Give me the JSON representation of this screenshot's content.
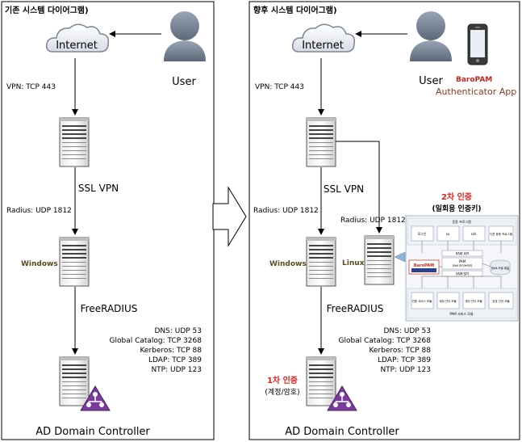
{
  "before": {
    "title": "기존 시스템 다이어그램)",
    "internet": "Internet",
    "user": "User",
    "vpn_port": "VPN: TCP 443",
    "ssl_vpn": "SSL VPN",
    "radius_port": "Radius: UDP 1812",
    "windows": "Windows",
    "freeradius": "FreeRADIUS",
    "ports": [
      "DNS: UDP 53",
      "Global Catalog: TCP 3268",
      "Kerberos: TCP 88",
      "LDAP: TCP 389",
      "NTP: UDP 123"
    ],
    "ad": "AD Domain Controller"
  },
  "after": {
    "title": "향후 시스템 다이어그램)",
    "internet": "Internet",
    "user": "User",
    "app_brand": "BaroPAM",
    "app_name": "Authenticator App",
    "vpn_port": "VPN: TCP 443",
    "ssl_vpn": "SSL VPN",
    "radius_port_left": "Radius: UDP 1812",
    "radius_port_linux": "Radius: UDP 1812",
    "windows": "Windows",
    "linux": "Linux",
    "freeradius": "FreeRADIUS",
    "ports": [
      "DNS: UDP 53",
      "Global Catalog: TCP 3268",
      "Kerberos: TCP 88",
      "LDAP: TCP 389",
      "NTP: UDP 123"
    ],
    "auth1": "1차 인증",
    "auth1_sub": "(계정/암호)",
    "auth2": "2차 인증",
    "auth2_sub": "(일회용 인증키)",
    "ad": "AD Domain Controller"
  },
  "pam": {
    "top_label": "응용 프로그램",
    "apps": [
      "로그인",
      "su",
      "ssh",
      "다른 응용 프로그램"
    ],
    "api": "PAM API",
    "core": "PAM 라이브러리",
    "core_sub": "PAM",
    "config": "PAM 구성 파일",
    "spi": "PAM SPI",
    "badge": "BaroPAM",
    "modules": [
      "인증 서비스 모듈",
      "계정 관리 모듈",
      "세션 관리 모듈",
      "암호 관리 모듈"
    ],
    "bottom_label": "PAM 서비스 모듈"
  },
  "colors": {
    "accent_red": "#e0201c",
    "brand_red": "#c8281c",
    "app_text": "#8b3a1e",
    "windows_text": "#5a4a1e",
    "ad_purple": "#7a3c9a"
  }
}
